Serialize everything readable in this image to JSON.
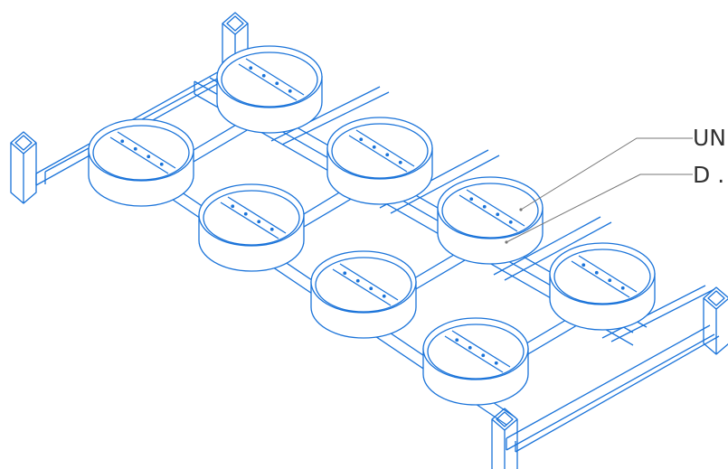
{
  "diagram": {
    "line_color": "#1a73d9",
    "leader_color": "#777777",
    "bowl_count": 8,
    "holes_per_bowl": 4,
    "labels": [
      {
        "text": "UN"
      },
      {
        "text": "D ."
      }
    ]
  }
}
